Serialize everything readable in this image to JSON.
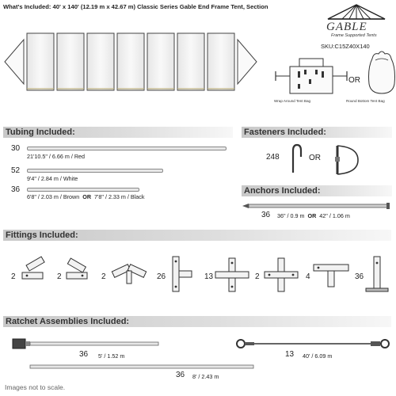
{
  "header": {
    "title": "What's Included: 40' x 140' (12.19 m x 42.67 m) Classic Series Gable End Frame Tent, Section",
    "brand_word": "GABLE",
    "brand_subtitle": "Frame Supported Tents",
    "sku": "SKU:C15Z40X140"
  },
  "bags": {
    "wrap_caption": "Wrap Around Tent Bag",
    "or_label": "OR",
    "round_caption": "Round Bottom Tent Bag"
  },
  "tubing": {
    "title": "Tubing Included:",
    "items": [
      {
        "qty": "30",
        "spec": "21'10.5\" / 6.66 m  /  Red",
        "color": "#c0392b"
      },
      {
        "qty": "52",
        "spec": "9'4\" / 2.84 m  /  White",
        "color": "#ffffff"
      },
      {
        "qty": "36",
        "spec_a": "6'8\" / 2.03 m  /  Brown",
        "or_label": "OR",
        "spec_b": "7'8\" / 2.33 m  /  Black",
        "color": "#6b3e1f"
      }
    ]
  },
  "fasteners": {
    "title": "Fasteners Included:",
    "qty": "248",
    "or_label": "OR"
  },
  "anchors": {
    "title": "Anchors Included:",
    "qty": "36",
    "spec_a": "36\" / 0.9 m",
    "or_label": "OR",
    "spec_b": "42\" / 1.06 m"
  },
  "fittings": {
    "title": "Fittings Included:",
    "items": [
      {
        "qty": "2"
      },
      {
        "qty": "2"
      },
      {
        "qty": "2"
      },
      {
        "qty": "26"
      },
      {
        "qty": "13"
      },
      {
        "qty": "2"
      },
      {
        "qty": "4"
      },
      {
        "qty": "36"
      }
    ]
  },
  "ratchets": {
    "title": "Ratchet Assemblies Included:",
    "items": [
      {
        "qty": "36",
        "spec": "5' / 1.52 m"
      },
      {
        "qty": "13",
        "spec": "40' / 6.09 m"
      },
      {
        "qty": "36",
        "spec": "8' / 2.43 m"
      }
    ]
  },
  "footer": {
    "note": "Images not to scale."
  }
}
